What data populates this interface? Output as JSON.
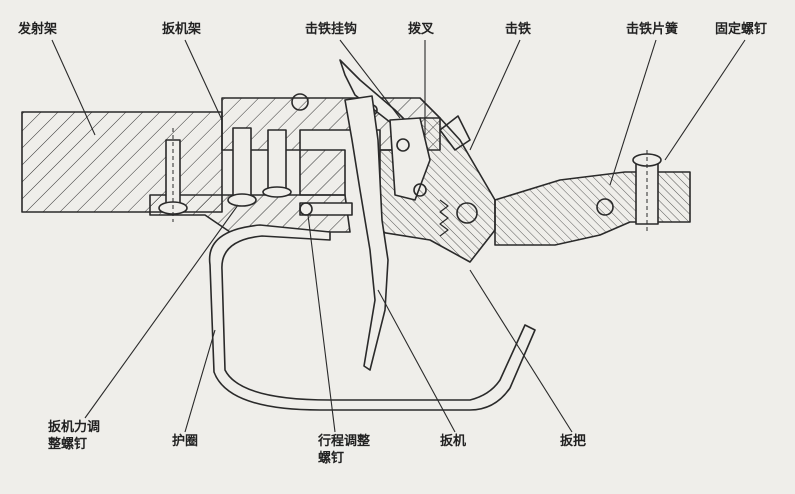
{
  "labels": {
    "launcher_frame": "发射架",
    "trigger_frame": "扳机架",
    "hammer_hook": "击铁挂钩",
    "fork": "拨叉",
    "hammer": "击铁",
    "hammer_spring": "击铁片簧",
    "fixing_screw": "固定螺钉",
    "trigger_force_screw_line1": "扳机力调",
    "trigger_force_screw_line2": "整螺钉",
    "trigger_guard": "护圈",
    "travel_screw_line1": "行程调整",
    "travel_screw_line2": "螺钉",
    "trigger": "扳机",
    "grip": "扳把"
  },
  "colors": {
    "ink": "#2a2a2a",
    "paper": "#efeeea"
  }
}
